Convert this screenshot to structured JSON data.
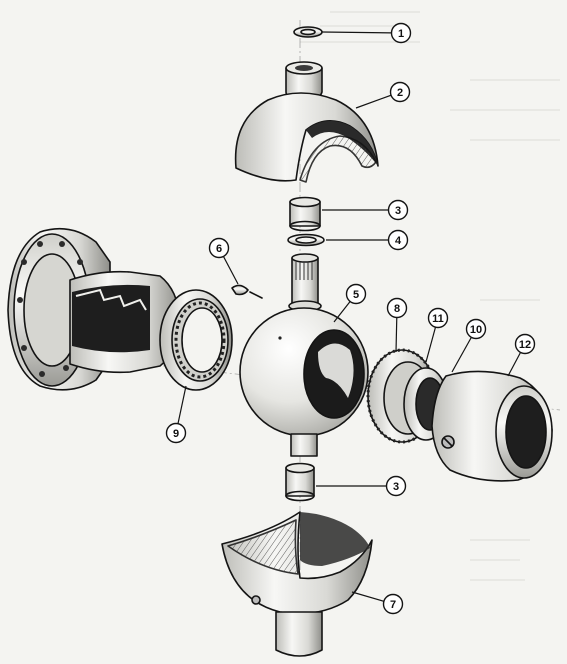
{
  "diagram": {
    "callouts": [
      {
        "id": "c1",
        "label": "1"
      },
      {
        "id": "c2",
        "label": "2"
      },
      {
        "id": "c3a",
        "label": "3"
      },
      {
        "id": "c4",
        "label": "4"
      },
      {
        "id": "c5",
        "label": "5"
      },
      {
        "id": "c6",
        "label": "6"
      },
      {
        "id": "c8",
        "label": "8"
      },
      {
        "id": "c9",
        "label": "9"
      },
      {
        "id": "c10",
        "label": "10"
      },
      {
        "id": "c11",
        "label": "11"
      },
      {
        "id": "c12",
        "label": "12"
      },
      {
        "id": "c3b",
        "label": "3"
      },
      {
        "id": "c7",
        "label": "7"
      }
    ]
  }
}
